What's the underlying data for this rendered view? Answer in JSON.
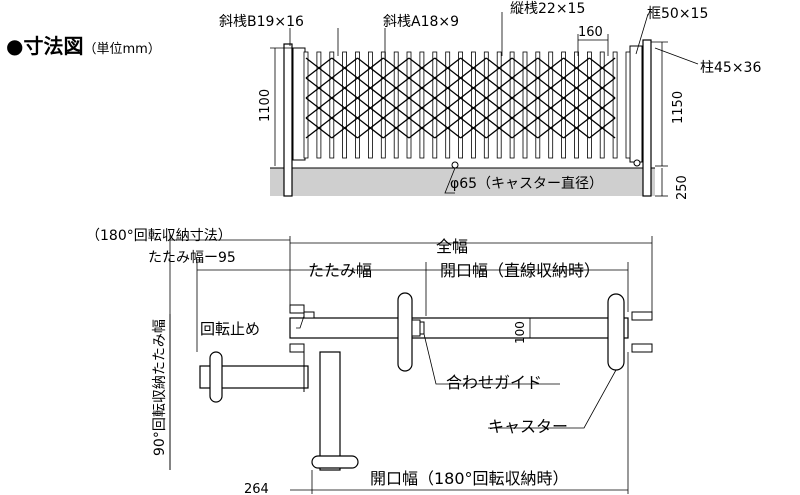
{
  "title": {
    "bullet": "●",
    "main": "寸法図",
    "unit": "（単位mm）"
  },
  "elevation": {
    "label_diag_b": "斜桟B19×16",
    "label_diag_a": "斜桟A18×9",
    "label_vertical": "縦桟22×15",
    "label_frame": "框50×15",
    "label_post": "柱45×36",
    "label_pitch": "160",
    "label_height_left": "1100",
    "label_height_right": "1150",
    "label_ground": "250",
    "label_caster": "φ65（キャスター直径）"
  },
  "plan": {
    "label_rotate_fold": "（180°回転収納寸法）",
    "label_fold_minus": "たたみ幅ー95",
    "label_total_width": "全幅",
    "label_fold_width": "たたみ幅",
    "label_opening_straight": "開口幅（直線収納時）",
    "label_rotate_stop": "回転止め",
    "label_100": "100",
    "label_guide": "合わせガイド",
    "label_caster": "キャスター",
    "label_90fold": "90°回転収納たたみ幅",
    "label_264": "264",
    "label_opening_rotate": "開口幅（180°回転収納時）"
  }
}
